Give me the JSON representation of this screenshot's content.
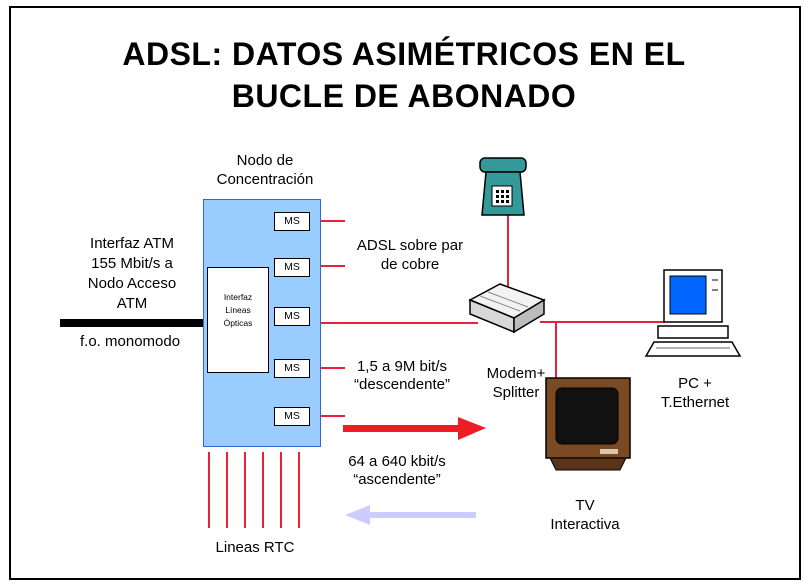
{
  "title": {
    "line1": "ADSL: DATOS ASIMÉTRICOS EN EL",
    "line2": "BUCLE DE ABONADO"
  },
  "node": {
    "label_line1": "Nodo de",
    "label_line2": "Concentración",
    "interface_line1": "Interfaz",
    "interface_line2": "Líneas",
    "interface_line3": "Ópticas",
    "ms_labels": [
      "MS",
      "MS",
      "MS",
      "MS",
      "MS"
    ]
  },
  "atm": {
    "line1": "Interfaz ATM",
    "line2": "155 Mbit/s a",
    "line3": "Nodo Acceso",
    "line4": "ATM",
    "line5": "f.o. monomodo"
  },
  "adsl_label": {
    "line1": "ADSL sobre par",
    "line2": "de cobre"
  },
  "downstream": {
    "line1": "1,5 a 9M bit/s",
    "line2": "“descendente”"
  },
  "upstream": {
    "line1": "64 a 640 kbit/s",
    "line2": "“ascendente”"
  },
  "modem": {
    "line1": "Modem+",
    "line2": "Splitter"
  },
  "pc": {
    "line1": "PC +",
    "line2": "T.Ethernet"
  },
  "tv": {
    "line1": "TV",
    "line2": "Interactiva"
  },
  "rtc_label": "Lineas RTC",
  "colors": {
    "line": "#e8223a",
    "node_fill": "#99ccff",
    "down_arrow": "#ee1c25",
    "up_arrow": "#ccccff",
    "telephone": "#339999",
    "pc_screen": "#0066ff"
  },
  "icons": [
    "telephone-icon",
    "modem-icon",
    "pc-icon",
    "tv-icon"
  ]
}
